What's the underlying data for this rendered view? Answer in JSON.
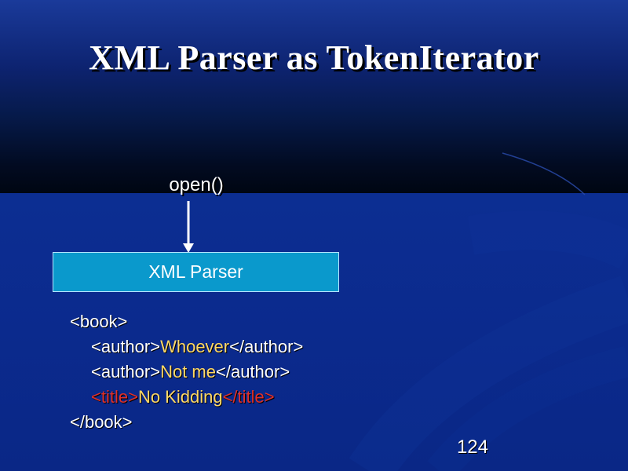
{
  "slide": {
    "title": "XML Parser as TokenIterator",
    "method_label": "open()",
    "parser_box_label": "XML Parser",
    "xml_lines": [
      {
        "open": "<book>"
      },
      {
        "open": "<author>",
        "value": "Whoever",
        "close": "</author>"
      },
      {
        "open": "<author>",
        "value": "Not me",
        "close": "</author>"
      },
      {
        "open": "<title>",
        "value": "No Kidding",
        "close": "</title>"
      },
      {
        "open": "</book>"
      }
    ],
    "page_number": "124"
  },
  "colors": {
    "background": "#0b2a8e",
    "parser_box": "#0a99cc",
    "tag_text": "#ffffff",
    "value_text": "#ffd966",
    "title_tag_text": "#e0302a"
  }
}
